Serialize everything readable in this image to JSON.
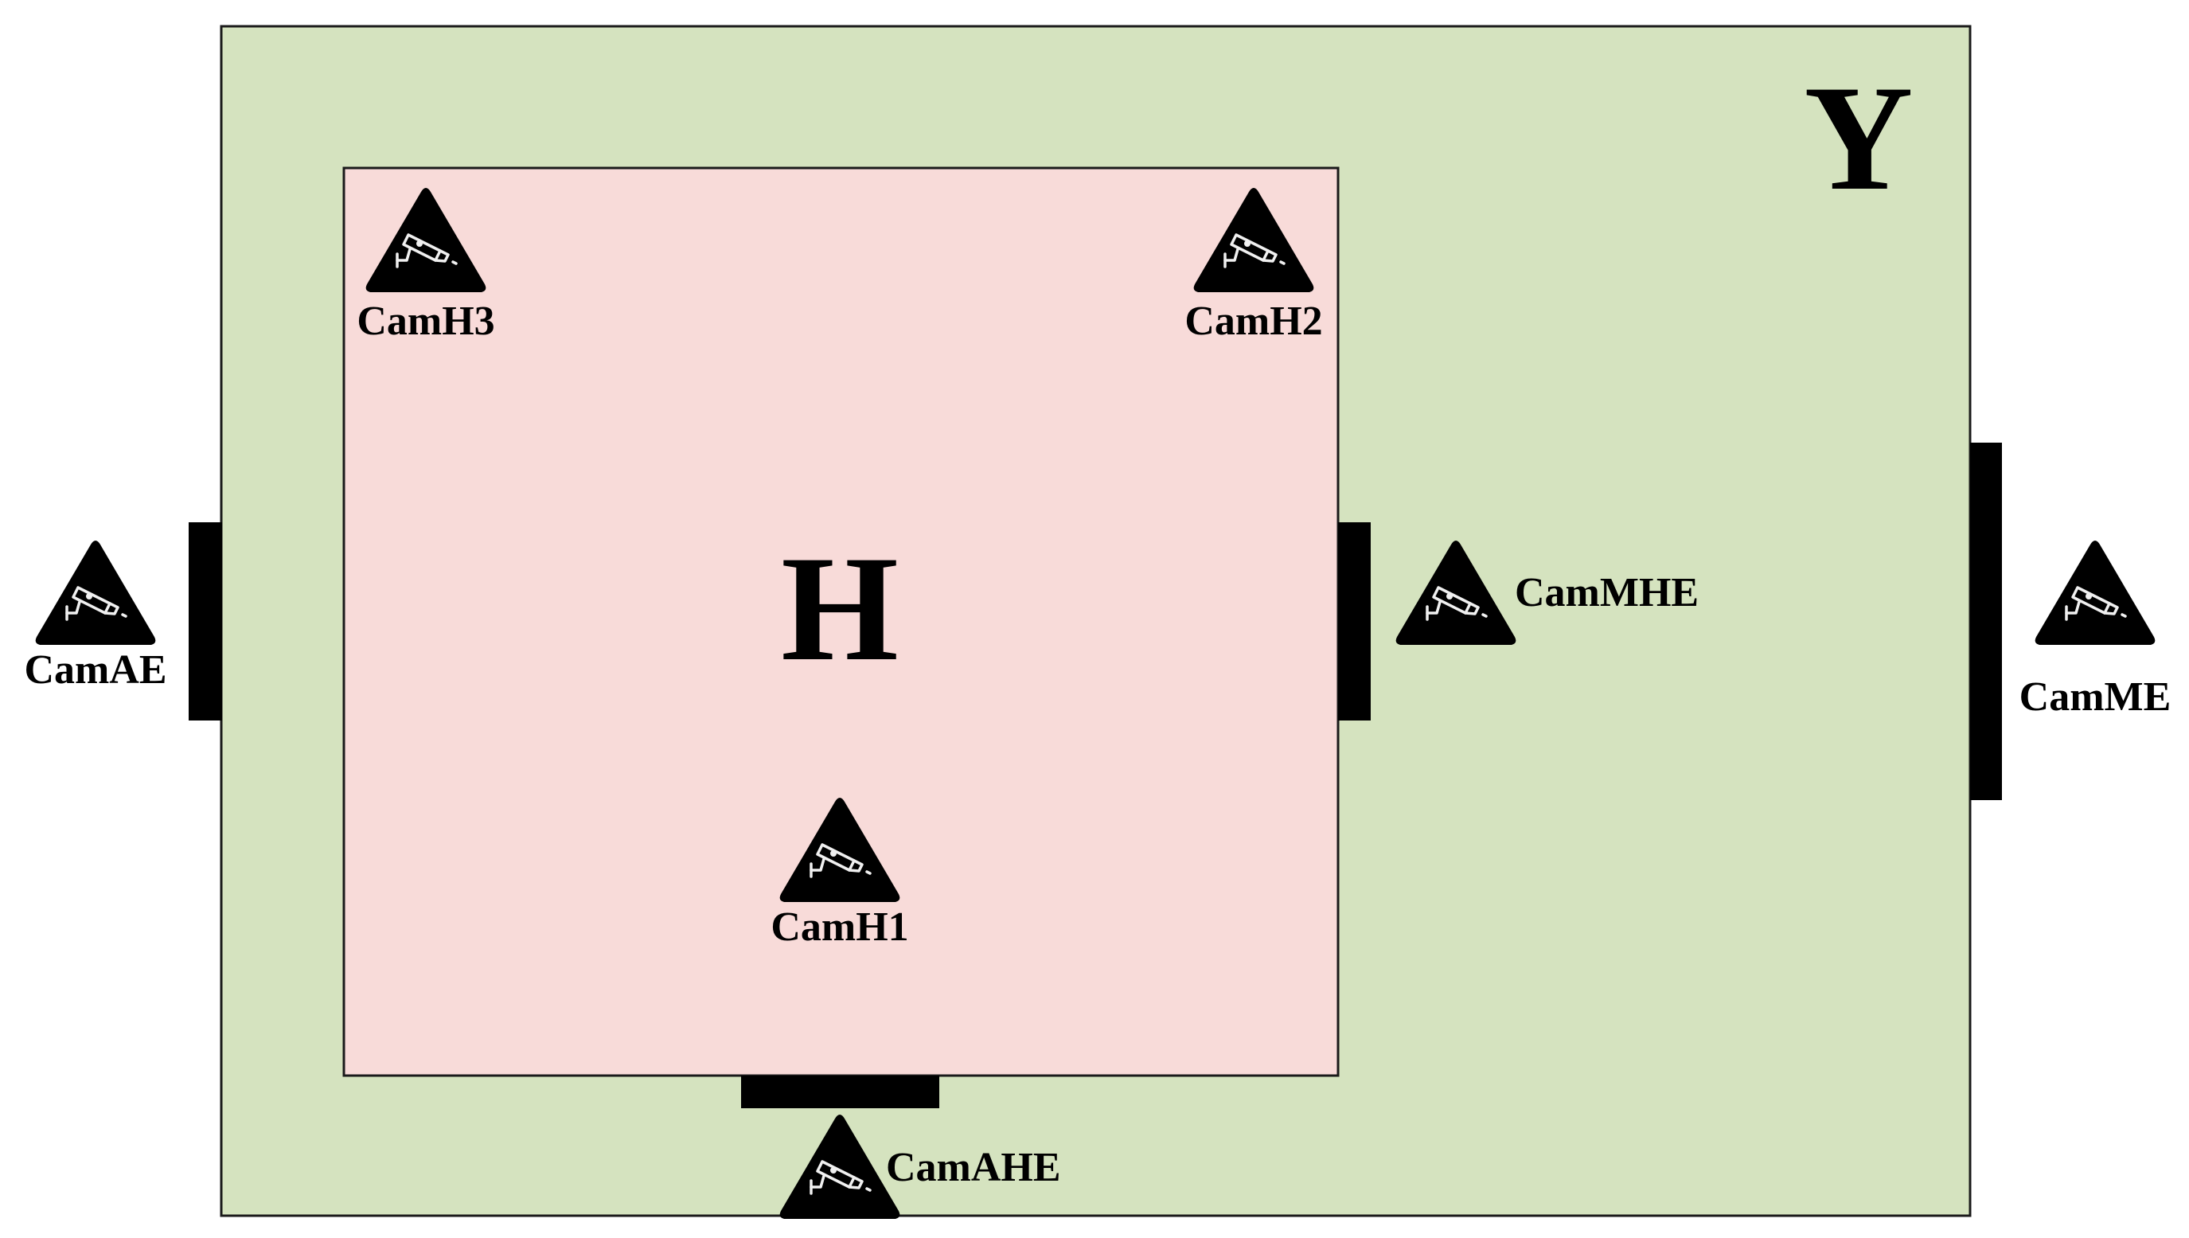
{
  "zones": {
    "outer": {
      "label": "Y",
      "fill": "#d5e3bf"
    },
    "inner": {
      "label": "H",
      "fill": "#f8dbd9"
    }
  },
  "door_color": "#000000",
  "camera_icon": "security-camera-warning-icon",
  "cameras": {
    "cam_h3": "CamH3",
    "cam_h2": "CamH2",
    "cam_h1": "CamH1",
    "cam_ae": "CamAE",
    "cam_mhe": "CamMHE",
    "cam_me": "CamME",
    "cam_ahe": "CamAHE"
  }
}
